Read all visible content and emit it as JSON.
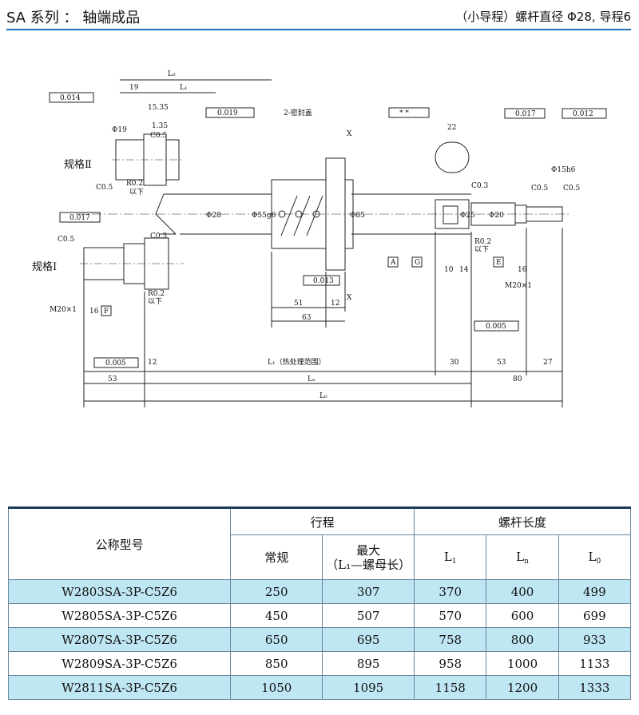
{
  "header": {
    "title": "SA 系列 ： 轴端成品",
    "subtitle": "（小导程）螺杆直径 Φ28, 导程6"
  },
  "drawing": {
    "labels": {
      "spec2": "规格Ⅱ",
      "spec1": "规格Ⅰ",
      "seal": "2-密封盖",
      "heat_range": "L₁（热处理范围）",
      "l0": "L₀",
      "l1": "L₁",
      "ln": "Lₙ",
      "below1": "以下",
      "below2": "以下",
      "below3": "以下"
    },
    "tolerances": {
      "t_a014": "0.014",
      "t_a017": "0.017",
      "t_a019": "0.019",
      "t_star": "* *",
      "t_a017r": "0.017",
      "t_e012": "0.012",
      "t_perp013": "0.013",
      "t_perp005": "0.005",
      "t_perp005r": "0.005"
    },
    "datums": {
      "a": "A",
      "g": "G",
      "e": "E",
      "f": "F"
    },
    "dims": {
      "d19": "19",
      "d15_35": "15.35",
      "d1_35": "1.35",
      "c05": "C0.5",
      "c03": "C0.3",
      "r02": "R0.2",
      "phi19": "Φ19",
      "phi20": "Φ20",
      "phi25": "Φ25",
      "phi28": "Φ28",
      "phi55": "Φ55g6",
      "phi85": "Φ85",
      "phi15": "Φ15h6",
      "m20": "M20×1",
      "d16": "16",
      "d12": "12",
      "d53": "53",
      "d51": "51",
      "d63": "63",
      "d22": "22",
      "d10": "10",
      "d14": "14",
      "d30": "30",
      "d80": "80",
      "d27": "27",
      "x": "X"
    }
  },
  "table": {
    "headers": {
      "model": "公称型号",
      "stroke": "行程",
      "normal": "常规",
      "max_line1": "最大",
      "max_line2": "（L₁—螺母长）",
      "length": "螺杆长度",
      "l1": "L",
      "l1_sub": "1",
      "ln": "L",
      "ln_sub": "n",
      "l0": "L",
      "l0_sub": "0"
    },
    "rows": [
      {
        "model": "W2803SA-3P-C5Z6",
        "normal": "250",
        "max": "307",
        "l1": "370",
        "ln": "400",
        "l0": "499"
      },
      {
        "model": "W2805SA-3P-C5Z6",
        "normal": "450",
        "max": "507",
        "l1": "570",
        "ln": "600",
        "l0": "699"
      },
      {
        "model": "W2807SA-3P-C5Z6",
        "normal": "650",
        "max": "695",
        "l1": "758",
        "ln": "800",
        "l0": "933"
      },
      {
        "model": "W2809SA-3P-C5Z6",
        "normal": "850",
        "max": "895",
        "l1": "958",
        "ln": "1000",
        "l0": "1133"
      },
      {
        "model": "W2811SA-3P-C5Z6",
        "normal": "1050",
        "max": "1095",
        "l1": "1158",
        "ln": "1200",
        "l0": "1333"
      }
    ]
  }
}
